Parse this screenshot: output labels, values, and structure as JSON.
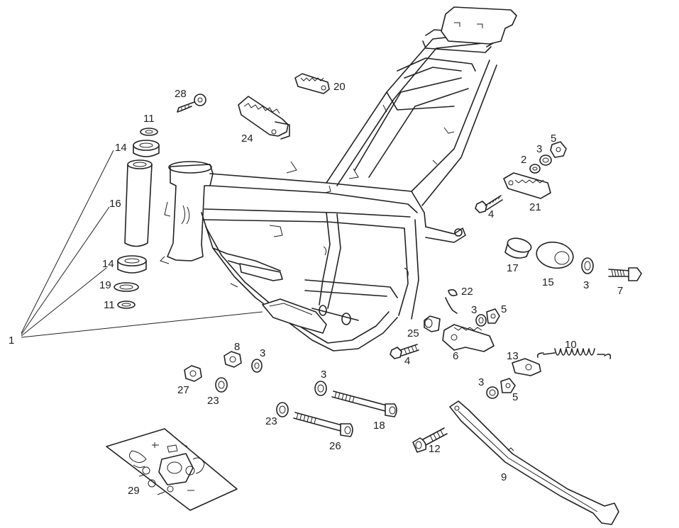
{
  "callouts": [
    "1",
    "2",
    "3",
    "4",
    "5",
    "6",
    "7",
    "8",
    "9",
    "10",
    "11",
    "12",
    "13",
    "14",
    "15",
    "16",
    "17",
    "19",
    "20",
    "21",
    "22",
    "23",
    "24",
    "25",
    "26",
    "27",
    "28",
    "29"
  ],
  "diagram": {
    "labels": [
      {
        "id": "l1",
        "text": "1"
      },
      {
        "id": "l11a",
        "text": "11"
      },
      {
        "id": "l14a",
        "text": "14"
      },
      {
        "id": "l16",
        "text": "16"
      },
      {
        "id": "l14b",
        "text": "14"
      },
      {
        "id": "l19",
        "text": "19"
      },
      {
        "id": "l11b",
        "text": "11"
      },
      {
        "id": "l28",
        "text": "28"
      },
      {
        "id": "l24",
        "text": "24"
      },
      {
        "id": "l20",
        "text": "20"
      },
      {
        "id": "l2",
        "text": "2"
      },
      {
        "id": "l3a",
        "text": "3"
      },
      {
        "id": "l5a",
        "text": "5"
      },
      {
        "id": "l4a",
        "text": "4"
      },
      {
        "id": "l21",
        "text": "21"
      },
      {
        "id": "l17",
        "text": "17"
      },
      {
        "id": "l15",
        "text": "15"
      },
      {
        "id": "l3b",
        "text": "3"
      },
      {
        "id": "l7",
        "text": "7"
      },
      {
        "id": "l22",
        "text": "22"
      },
      {
        "id": "l3c",
        "text": "3"
      },
      {
        "id": "l5b",
        "text": "5"
      },
      {
        "id": "l25",
        "text": "25"
      },
      {
        "id": "l4b",
        "text": "4"
      },
      {
        "id": "l6",
        "text": "6"
      },
      {
        "id": "l10",
        "text": "10"
      },
      {
        "id": "l13",
        "text": "13"
      },
      {
        "id": "l3d",
        "text": "3"
      },
      {
        "id": "l5c",
        "text": "5"
      },
      {
        "id": "l8",
        "text": "8"
      },
      {
        "id": "l3e",
        "text": "3"
      },
      {
        "id": "l27",
        "text": "27"
      },
      {
        "id": "l23a",
        "text": "23"
      },
      {
        "id": "l3f",
        "text": "3"
      },
      {
        "id": "l18",
        "text": "18"
      },
      {
        "id": "l23b",
        "text": "23"
      },
      {
        "id": "l26",
        "text": "26"
      },
      {
        "id": "l12",
        "text": "12"
      },
      {
        "id": "l9",
        "text": "9"
      },
      {
        "id": "l29",
        "text": "29"
      }
    ]
  },
  "colors": {
    "ink": "#222222",
    "background": "#ffffff"
  }
}
